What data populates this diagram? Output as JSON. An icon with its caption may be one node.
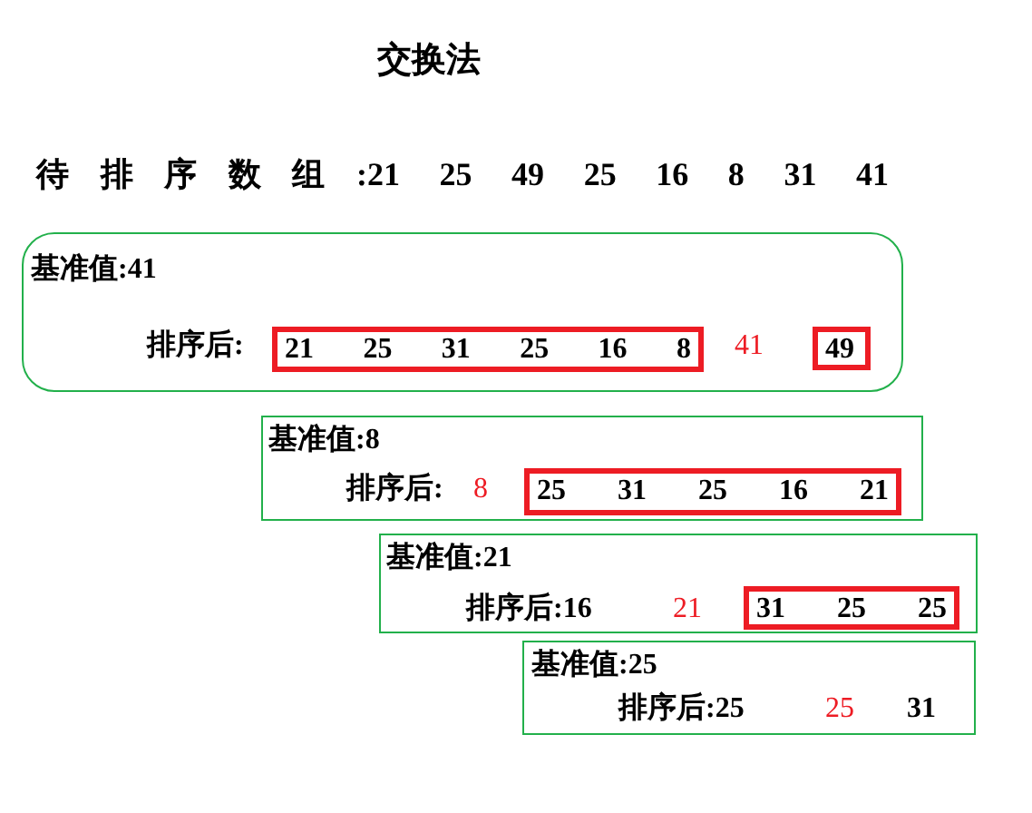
{
  "diagram": {
    "title": "交换法",
    "nodes": [
      {
        "text": [
          "基准值:41",
          "排序后:",
          "41"
        ]
      },
      {
        "text": [
          "21 25 31 25 16 8"
        ],
        "in": 0
      },
      {
        "text": [
          "49"
        ],
        "in": 0
      },
      {
        "text": [
          "基准值:8",
          "排序后:",
          "8"
        ]
      },
      {
        "text": [
          "25 31 25 16 21"
        ],
        "in": 3
      },
      {
        "text": [
          "基准值:21",
          "排序后:16",
          "21"
        ]
      },
      {
        "text": [
          "31 25 25"
        ],
        "in": 5
      },
      {
        "text": [
          "基准值:25",
          "排序后:25",
          "25",
          "31"
        ]
      }
    ],
    "labels": [
      "待排序数组:21 25 49 25 16 8 31 41"
    ]
  }
}
